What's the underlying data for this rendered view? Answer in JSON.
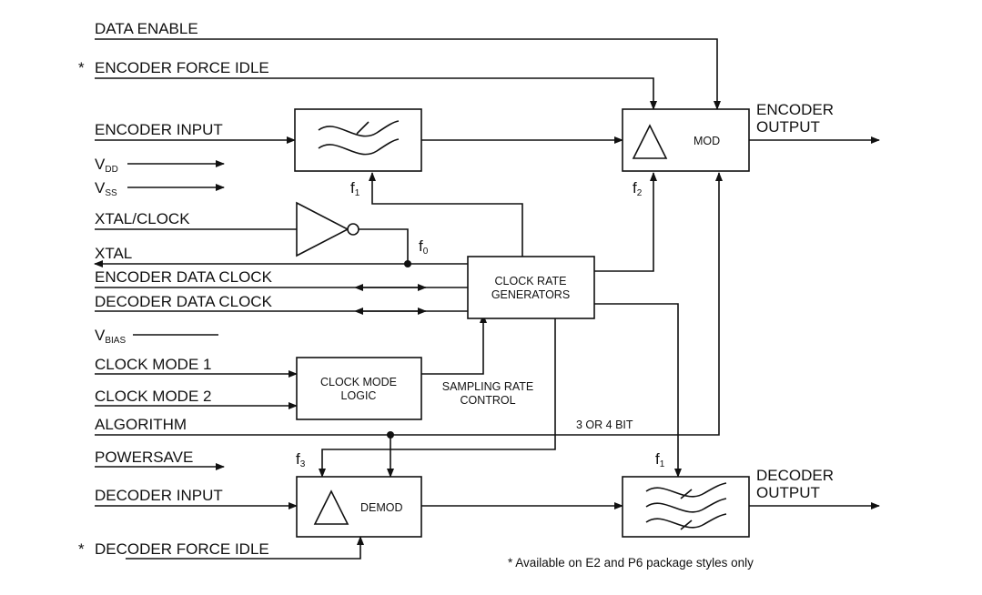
{
  "inputs": {
    "data_enable": "DATA ENABLE",
    "encoder_force_idle": "ENCODER FORCE IDLE",
    "encoder_input": "ENCODER INPUT",
    "vdd_main": "V",
    "vdd_sub": "DD",
    "vss_main": "V",
    "vss_sub": "SS",
    "xtal_clock": "XTAL/CLOCK",
    "xtal": "XTAL",
    "encoder_data_clock": "ENCODER DATA CLOCK",
    "decoder_data_clock": "DECODER DATA CLOCK",
    "vbias_main": "V",
    "vbias_sub": "BIAS",
    "clock_mode_1": "CLOCK MODE 1",
    "clock_mode_2": "CLOCK MODE 2",
    "algorithm": "ALGORITHM",
    "powersave": "POWERSAVE",
    "decoder_input": "DECODER INPUT",
    "decoder_force_idle": "DECODER FORCE IDLE",
    "asterisk": "*"
  },
  "blocks": {
    "mod": "MOD",
    "demod": "DEMOD",
    "clock_rate_line1": "CLOCK RATE",
    "clock_rate_line2": "GENERATORS",
    "clock_mode_line1": "CLOCK MODE",
    "clock_mode_line2": "LOGIC"
  },
  "outputs": {
    "encoder_line1": "ENCODER",
    "encoder_line2": "OUTPUT",
    "decoder_line1": "DECODER",
    "decoder_line2": "OUTPUT"
  },
  "signals": {
    "f_main": "f",
    "f1_sub": "1",
    "f2_sub": "2",
    "f0_sub": "0",
    "f3_sub": "3",
    "sampling_line1": "SAMPLING RATE",
    "sampling_line2": "CONTROL",
    "bits": "3 OR 4 BIT"
  },
  "footnote": "*  Available on E2 and P6 package styles only"
}
